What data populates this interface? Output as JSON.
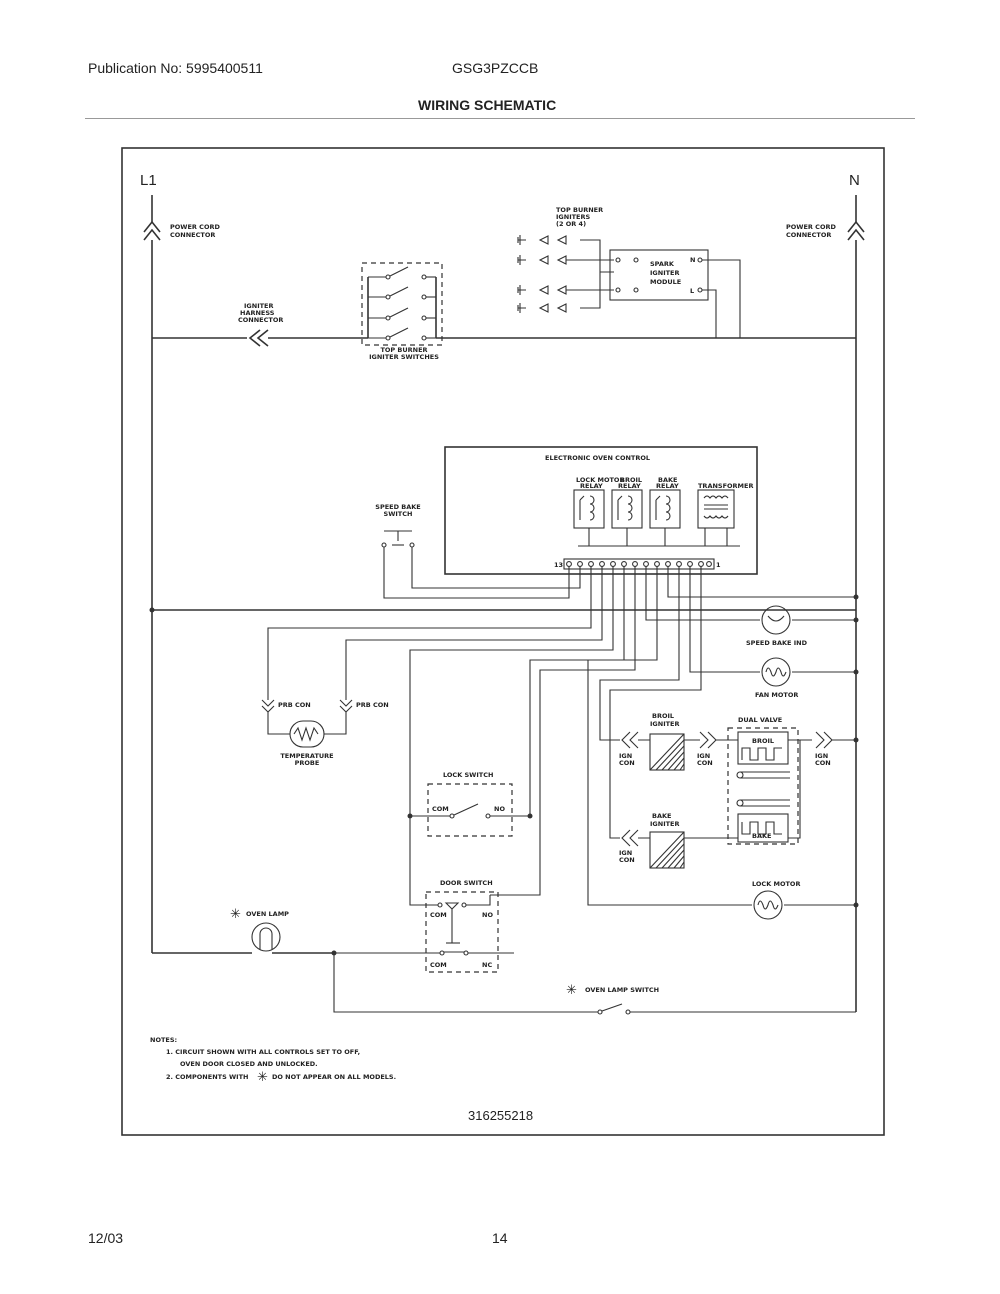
{
  "header": {
    "publication": "Publication No: 5995400511",
    "model": "GSG3PZCCB",
    "title": "WIRING SCHEMATIC"
  },
  "footer": {
    "date": "12/03",
    "page": "14"
  },
  "diagram": {
    "l1": "L1",
    "n": "N",
    "power_cord_left": [
      "POWER CORD",
      "CONNECTOR"
    ],
    "power_cord_right": [
      "POWER CORD",
      "CONNECTOR"
    ],
    "igniter_harness": [
      "IGNITER",
      "HARNESS",
      "CONNECTOR"
    ],
    "top_burner_igniters": [
      "TOP BURNER",
      "IGNITERS",
      "(2 OR 4)"
    ],
    "spark_module": [
      "SPARK",
      "IGNITER",
      "MODULE"
    ],
    "spark_n": "N",
    "spark_l": "L",
    "top_burner_switches": [
      "TOP BURNER",
      "IGNITER SWITCHES"
    ],
    "eoc": "ELECTRONIC OVEN CONTROL",
    "lock_motor_relay": [
      "LOCK MOTOR",
      "RELAY"
    ],
    "broil_relay": [
      "BROIL",
      "RELAY"
    ],
    "bake_relay": [
      "BAKE",
      "RELAY"
    ],
    "transformer": "TRANSFORMER",
    "terminal_first": "13",
    "terminal_last": "1",
    "speed_bake_switch": [
      "SPEED BAKE",
      "SWITCH"
    ],
    "speed_bake_ind": "SPEED BAKE IND",
    "fan_motor": "FAN MOTOR",
    "prb_con_1": "PRB CON",
    "prb_con_2": "PRB CON",
    "temp_probe": [
      "TEMPERATURE",
      "PROBE"
    ],
    "broil_igniter": [
      "BROIL",
      "IGNITER"
    ],
    "bake_igniter": [
      "BAKE",
      "IGNITER"
    ],
    "dual_valve": "DUAL VALVE",
    "valve_broil": "BROIL",
    "valve_bake": "BAKE",
    "ign_con_a": [
      "IGN",
      "CON"
    ],
    "ign_con_b": [
      "IGN",
      "CON"
    ],
    "ign_con_c": [
      "IGN",
      "CON"
    ],
    "ign_con_d": [
      "IGN",
      "CON"
    ],
    "lock_switch": "LOCK SWITCH",
    "com": "COM",
    "no": "NO",
    "nc": "NC",
    "door_switch": "DOOR SWITCH",
    "lock_motor": "LOCK MOTOR",
    "oven_lamp": "OVEN LAMP",
    "oven_lamp_switch": "OVEN LAMP SWITCH",
    "asterisk": "✳",
    "notes_title": "NOTES:",
    "note1a": "1.  CIRCUIT SHOWN WITH ALL CONTROLS SET TO OFF,",
    "note1b": "OVEN DOOR CLOSED AND UNLOCKED.",
    "note2a": "2.  COMPONENTS WITH",
    "note2b": "DO NOT APPEAR ON ALL MODELS.",
    "drawing_number": "316255218"
  }
}
